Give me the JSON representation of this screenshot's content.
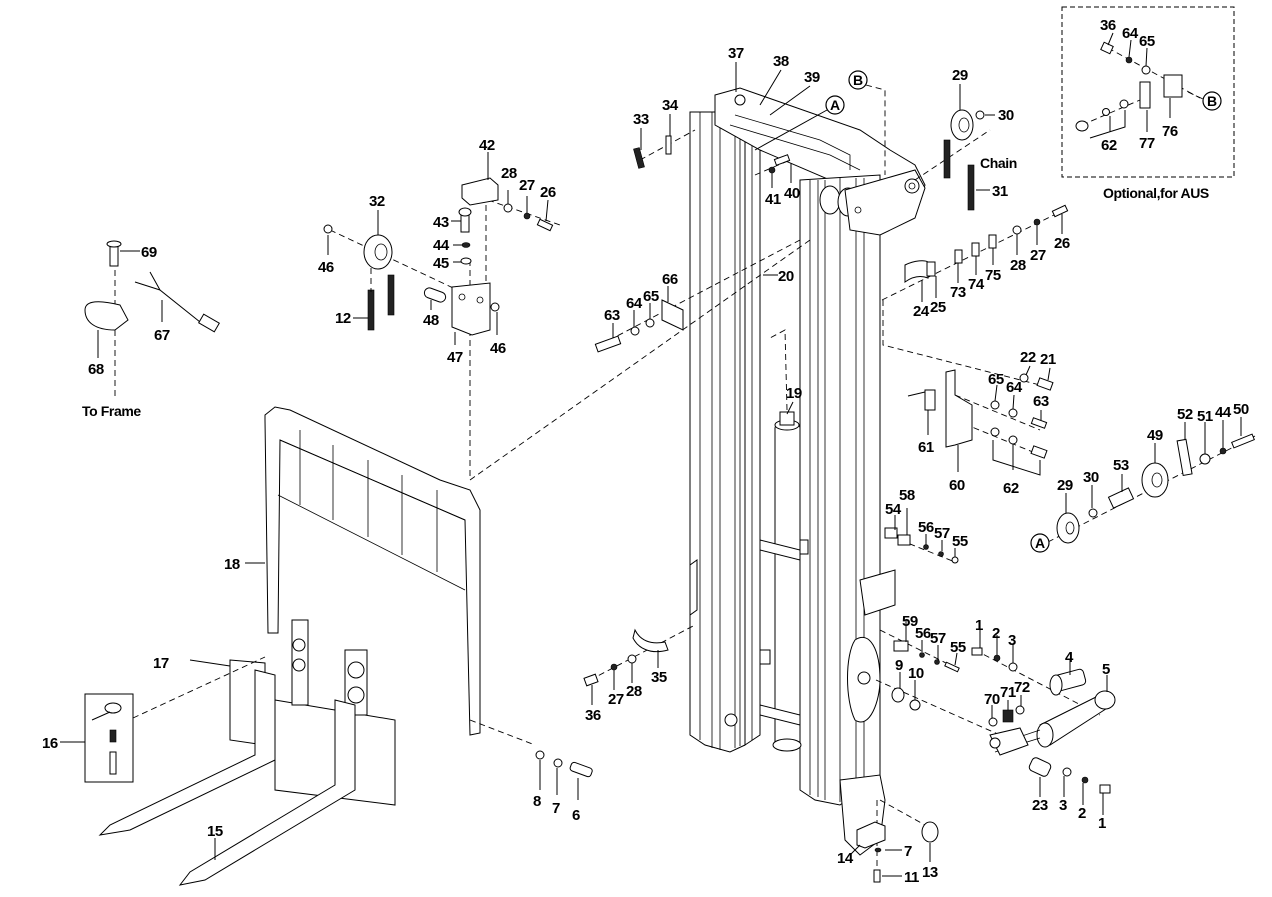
{
  "title": "Mast assembly exploded parts diagram",
  "annotations": {
    "optional_box_caption": "Optional,for AUS",
    "to_frame": "To Frame",
    "chain": "Chain",
    "ref_a": "A",
    "ref_b": "B"
  },
  "labels": {
    "p1a": "1",
    "p1b": "1",
    "p2a": "2",
    "p2b": "2",
    "p3a": "3",
    "p3b": "3",
    "p4": "4",
    "p5": "5",
    "p6": "6",
    "p7a": "7",
    "p7b": "7",
    "p8": "8",
    "p9": "9",
    "p10": "10",
    "p11": "11",
    "p12": "12",
    "p13": "13",
    "p14": "14",
    "p15": "15",
    "p16": "16",
    "p17": "17",
    "p18": "18",
    "p19": "19",
    "p20": "20",
    "p21": "21",
    "p22": "22",
    "p23": "23",
    "p24": "24",
    "p25": "25",
    "p26a": "26",
    "p26b": "26",
    "p27a": "27",
    "p27b": "27",
    "p27c": "27",
    "p28a": "28",
    "p28b": "28",
    "p28c": "28",
    "p29a": "29",
    "p29b": "29",
    "p30a": "30",
    "p30b": "30",
    "p31": "31",
    "p32": "32",
    "p33": "33",
    "p34": "34",
    "p35": "35",
    "p36a": "36",
    "p36b": "36",
    "p37": "37",
    "p38": "38",
    "p39": "39",
    "p40": "40",
    "p41": "41",
    "p42": "42",
    "p43": "43",
    "p44a": "44",
    "p44b": "44",
    "p45": "45",
    "p46a": "46",
    "p46b": "46",
    "p47": "47",
    "p48": "48",
    "p49": "49",
    "p50": "50",
    "p51": "51",
    "p52": "52",
    "p53": "53",
    "p54": "54",
    "p55a": "55",
    "p55b": "55",
    "p56a": "56",
    "p56b": "56",
    "p57a": "57",
    "p57b": "57",
    "p58": "58",
    "p59": "59",
    "p60": "60",
    "p61": "61",
    "p62a": "62",
    "p62b": "62",
    "p63a": "63",
    "p63b": "63",
    "p64a": "64",
    "p64b": "64",
    "p64c": "64",
    "p65a": "65",
    "p65b": "65",
    "p65c": "65",
    "p66": "66",
    "p67": "67",
    "p68": "68",
    "p69": "69",
    "p70": "70",
    "p71": "71",
    "p72": "72",
    "p73": "73",
    "p74": "74",
    "p75": "75",
    "p76": "76",
    "p77": "77"
  }
}
